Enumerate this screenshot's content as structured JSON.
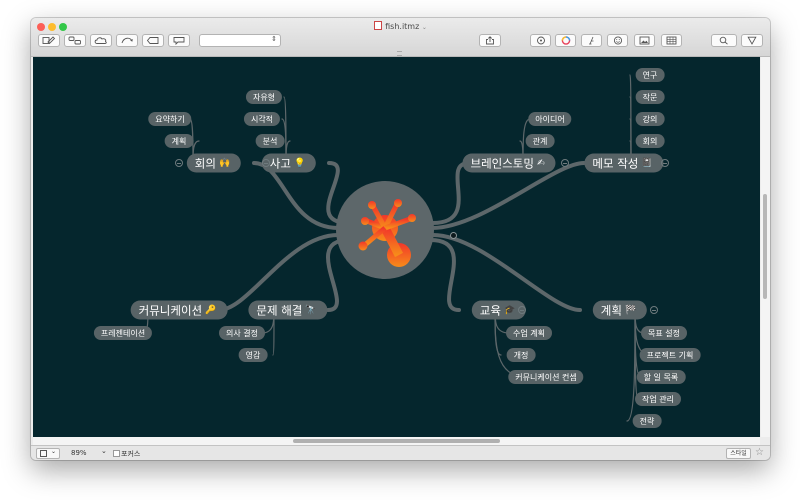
{
  "window": {
    "file_name": "fish.itmz",
    "traffic_lights": {
      "close": "#fc5f57",
      "minimize": "#fdbc2e",
      "zoom": "#33c748"
    }
  },
  "toolbar": {
    "left_icons": [
      "pen-icon",
      "topic-icon",
      "cloud-icon",
      "relationship-icon",
      "tag-icon",
      "callout-icon"
    ],
    "right_icons": [
      "share-icon",
      "sticker-icon",
      "color-icon",
      "font-icon",
      "emoji-icon",
      "image-icon",
      "table-icon",
      "search-icon",
      "filter-icon"
    ]
  },
  "canvas": {
    "background": "#05262d",
    "branch_color": "#5d676a"
  },
  "mindmap": {
    "left_branches": [
      {
        "label": "회의",
        "icon": "🙌",
        "children": [
          "요약하기",
          "계획"
        ]
      },
      {
        "label": "사고",
        "icon": "💡",
        "children": [
          "자유형",
          "시각적",
          "분석"
        ]
      },
      {
        "label": "커뮤니케이션",
        "icon": "🔑",
        "children": [
          "프레젠테이션"
        ]
      },
      {
        "label": "문제 해결",
        "icon": "🔭",
        "children": [
          "의사 결정",
          "영감"
        ]
      }
    ],
    "right_branches": [
      {
        "label": "브레인스토밍",
        "icon": "✍",
        "children": [
          "아이디어",
          "관계"
        ]
      },
      {
        "label": "메모 작성",
        "icon": "📓",
        "children": [
          "연구",
          "작문",
          "강의",
          "회의"
        ]
      },
      {
        "label": "교육",
        "icon": "🎓",
        "children": [
          "수업 계획",
          "개정",
          "커뮤니케이션 컨셉"
        ]
      },
      {
        "label": "계획",
        "icon": "🏁",
        "children": [
          "목표 설정",
          "프로젝트 기획",
          "할 일 목록",
          "작업 관리",
          "전략"
        ]
      }
    ]
  },
  "statusbar": {
    "zoom": "89%",
    "focus_label": "포커스",
    "style_button": "스타일"
  }
}
